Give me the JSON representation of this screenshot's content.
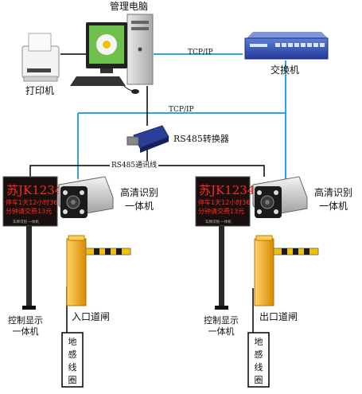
{
  "nodes": {
    "computer": "管理电脑",
    "printer": "打印机",
    "switch": "交换机",
    "converter": "RS485转换器",
    "camera_left": "高清识别一体机",
    "camera_right": "高清识别一体机",
    "display_left": "控制显示一体机",
    "display_right": "控制显示一体机",
    "gate_left": "入口道闸",
    "gate_right": "出口道闸",
    "loop_left": "地感线圈",
    "loop_right": "地感线圈"
  },
  "links": {
    "tcp_ip_top": "TCP/IP",
    "tcp_ip_mid": "TCP/IP",
    "rs485_bus": "RS485通讯线"
  },
  "led_display": {
    "plate": "苏JK1234",
    "line1": "停车1天12小时36",
    "line2": "分钟请交费13元",
    "footer": "车牌识别 一体机"
  },
  "colors": {
    "network_line": "#2aa7df",
    "serial_line": "#000000",
    "led_bg": "#1a0f0f",
    "led_text": "#ff2a1a",
    "barrier_arm_yellow": "#f2c200",
    "gate_body": "#f0a010"
  }
}
